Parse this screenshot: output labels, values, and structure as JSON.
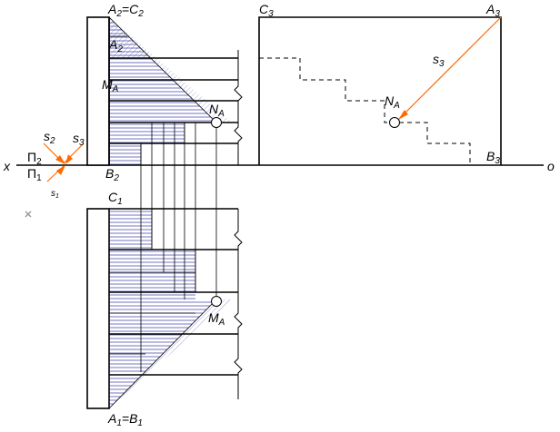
{
  "colors": {
    "line": "#000000",
    "hatch": "#3a3aa8",
    "ray": "#ff6a00",
    "marker": "#999999",
    "background": "#ffffff"
  },
  "labels": {
    "x_axis": "x",
    "o_axis": "o",
    "A2C2": {
      "base": "A",
      "sub1": "2",
      "eq": "=C",
      "sub2": "2"
    },
    "A2": {
      "base": "A",
      "sub": "2"
    },
    "MA_upper": {
      "base": "M",
      "sub": "A"
    },
    "NA_front": {
      "base": "N",
      "sub": "A"
    },
    "B2": {
      "base": "B",
      "sub": "2"
    },
    "C1": {
      "base": "C",
      "sub": "1"
    },
    "MA_lower": {
      "base": "M",
      "sub": "A"
    },
    "A1B1": {
      "base": "A",
      "sub1": "1",
      "eq": "=B",
      "sub2": "1"
    },
    "C3": {
      "base": "C",
      "sub": "3"
    },
    "A3": {
      "base": "A",
      "sub": "3"
    },
    "B3": {
      "base": "B",
      "sub": "3"
    },
    "NA_side": {
      "base": "N",
      "sub": "A"
    },
    "s3_side": {
      "base": "s",
      "sub": "3"
    },
    "Pi2": {
      "base": "Π",
      "sub": "2"
    },
    "Pi1": {
      "base": "Π",
      "sub": "1"
    },
    "s2": {
      "base": "s",
      "sub": "2"
    },
    "s3_left": {
      "base": "s",
      "sub": "3"
    },
    "s1": {
      "base": "s",
      "sub": "1"
    }
  }
}
